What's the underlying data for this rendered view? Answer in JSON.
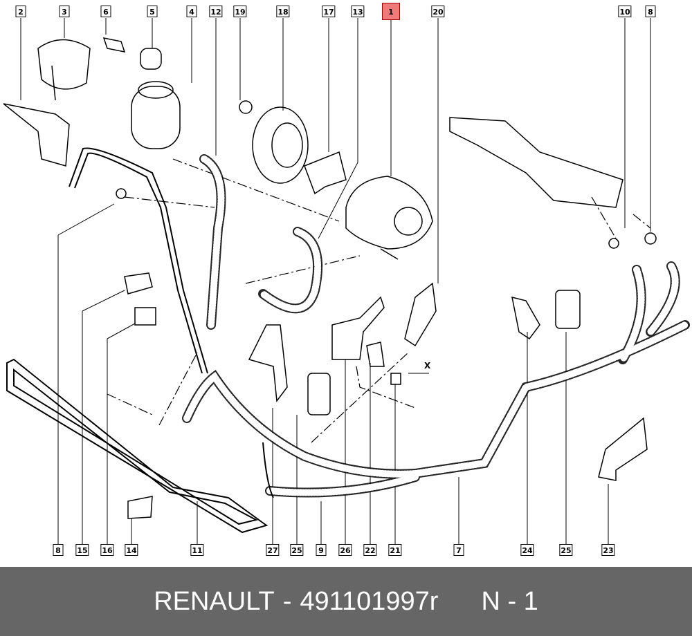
{
  "diagram": {
    "highlighted_part": "1",
    "highlight_color": "#f07a7a",
    "top_labels": [
      "2",
      "3",
      "6",
      "5",
      "4",
      "12",
      "19",
      "18",
      "17",
      "13",
      "1",
      "20",
      "10",
      "8"
    ],
    "bottom_labels": [
      "8",
      "15",
      "16",
      "14",
      "11",
      "27",
      "25",
      "9",
      "26",
      "22",
      "21",
      "7",
      "24",
      "25",
      "23"
    ],
    "detail_mark": "X"
  },
  "footer": {
    "brand": "RENAULT",
    "separator": "-",
    "part_number": "491101997r",
    "position": "N - 1"
  }
}
